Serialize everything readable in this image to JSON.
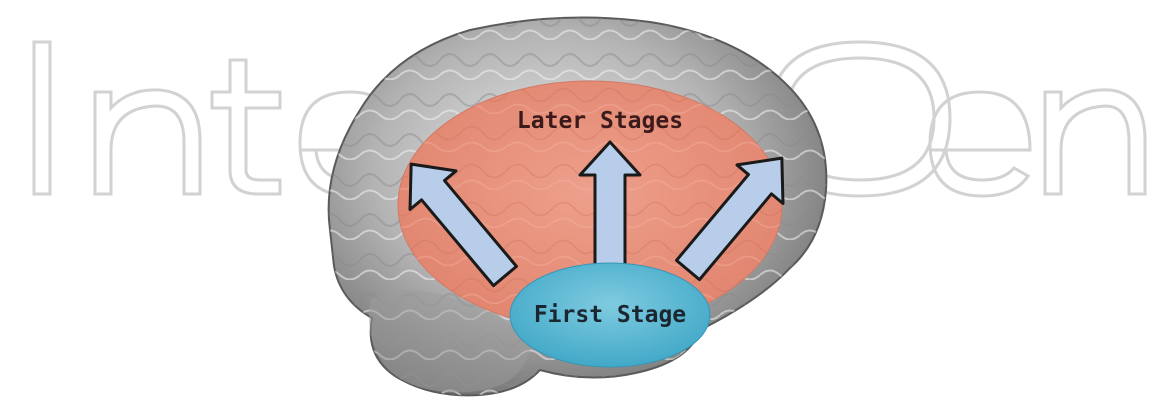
{
  "watermark": {
    "text": "IntechOpen",
    "visible_text": "Inte      Open"
  },
  "diagram": {
    "later_label": "Later Stages",
    "first_label": "First Stage"
  },
  "colors": {
    "later_region": "#e89480",
    "first_region": "#5ab7d2",
    "arrow_fill": "#b8cdea",
    "arrow_stroke": "#1a1a1a",
    "brain_gray": "#9a9a9a",
    "label_text": "#3a1a1a"
  }
}
